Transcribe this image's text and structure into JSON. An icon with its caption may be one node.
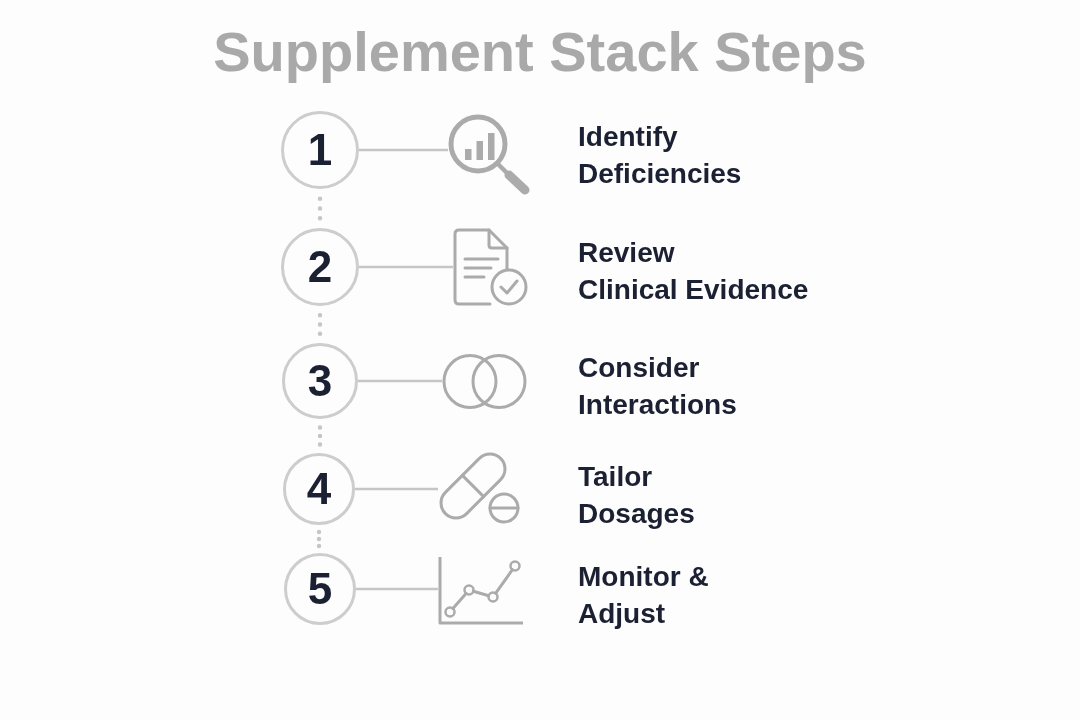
{
  "diagram": {
    "title": "Supplement Stack Steps",
    "nodes": [
      {
        "text": [
          "1"
        ]
      },
      {
        "text": [],
        "shape": "picture",
        "beside": [
          "Identify Deficiencies"
        ]
      },
      {
        "text": [
          "2"
        ]
      },
      {
        "text": [],
        "shape": "picture",
        "beside": [
          "Review Clinical Evidence"
        ]
      },
      {
        "text": [
          "3"
        ]
      },
      {
        "text": [],
        "shape": "picture",
        "beside": [
          "Consider Interactions"
        ]
      },
      {
        "text": [
          "4"
        ]
      },
      {
        "text": [],
        "shape": "picture",
        "beside": [
          "Tailor Dosages"
        ]
      },
      {
        "text": [
          "5"
        ]
      },
      {
        "text": [],
        "shape": "picture",
        "beside": [
          "Monitor & Adjust"
        ]
      }
    ],
    "edges": [
      {
        "from": 0,
        "to": 1,
        "arrow": "none"
      },
      {
        "from": 0,
        "to": 2,
        "arrow": "none",
        "style": "dashed"
      },
      {
        "from": 2,
        "to": 3,
        "arrow": "none"
      },
      {
        "from": 2,
        "to": 4,
        "arrow": "none",
        "style": "dashed"
      },
      {
        "from": 4,
        "to": 5,
        "arrow": "none"
      },
      {
        "from": 4,
        "to": 6,
        "arrow": "none",
        "style": "dashed"
      },
      {
        "from": 6,
        "to": 7,
        "arrow": "none"
      },
      {
        "from": 6,
        "to": 8,
        "arrow": "none",
        "style": "dashed"
      },
      {
        "from": 8,
        "to": 9,
        "arrow": "none"
      }
    ]
  }
}
